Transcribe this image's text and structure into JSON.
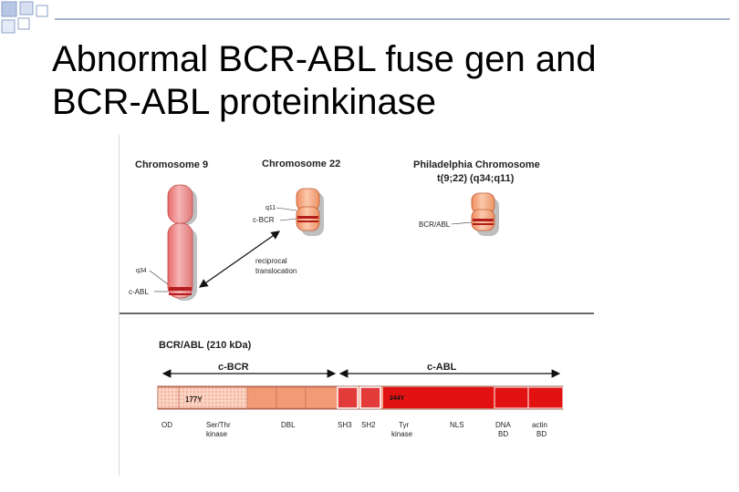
{
  "slide": {
    "title_line1": "Abnormal BCR-ABL fuse gen and",
    "title_line2": "BCR-ABL proteinkinase"
  },
  "figure": {
    "top": {
      "chr9_label": "Chromosome 9",
      "chr22_label": "Chromosome 22",
      "ph_label": "Philadelphia Chromosome",
      "ph_translocation": "t(9;22) (q34;q11)",
      "q11_label": "q11",
      "cbcr_label": "c-BCR",
      "q34_label": "q34",
      "cabl_label": "c-ABL",
      "reciprocal_line1": "reciprocal",
      "reciprocal_line2": "translocation",
      "bcrabl_label": "BCR/ABL"
    },
    "bottom": {
      "protein_label": "BCR/ABL (210 kDa)",
      "cbcr_span_label": "c-BCR",
      "cabl_span_label": "c-ABL",
      "y177_label": "177Y",
      "y244_label": "244Y",
      "domains": {
        "od": "OD",
        "ser_thr_1": "Ser/Thr",
        "ser_thr_2": "kinase",
        "dbl": "DBL",
        "sh3": "SH3",
        "sh2": "SH2",
        "tyr_1": "Tyr",
        "tyr_2": "kinase",
        "nls": "NLS",
        "dna_1": "DNA",
        "dna_2": "BD",
        "actin_1": "actin",
        "actin_2": "BD"
      }
    }
  }
}
